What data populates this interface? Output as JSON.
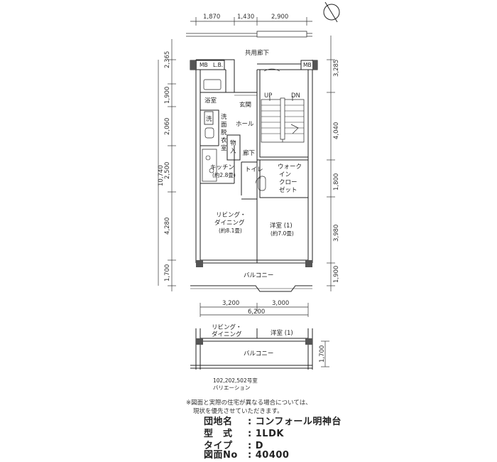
{
  "compass": {
    "icon": "north-arrow-icon"
  },
  "top_dims": [
    "1,870",
    "1,430",
    "2,900"
  ],
  "corridor_label": "共用廊下",
  "left_dims": [
    "2,365",
    "1,900",
    "2,060",
    "2,500",
    "4,280",
    "1,700"
  ],
  "left_total": "10,740",
  "right_dims": [
    "3,285",
    "4,040",
    "1,800",
    "3,980",
    "1,900"
  ],
  "rooms": {
    "mb_left": "MB",
    "lb": "L.B.",
    "mb_right": "MB",
    "bath": "浴室",
    "wash_label": "洗",
    "dressing": [
      "洗",
      "面",
      "脱",
      "衣",
      "室"
    ],
    "entrance": "玄関",
    "hall": "ホール",
    "storage": [
      "物",
      "入"
    ],
    "hallway": "廊下",
    "kitchen": "キッチン",
    "kitchen_size": "(約2.8畳)",
    "toilet": "トイレ",
    "walkin": [
      "ウォーク",
      "イン",
      "クロー",
      "ゼット"
    ],
    "up": "UP",
    "dn": "DN",
    "living": [
      "リビング・",
      "ダイニング"
    ],
    "living_size": "(約8.1畳)",
    "western": "洋室 (1)",
    "western_size": "(約7.0畳)",
    "balcony": "バルコニー"
  },
  "bottom_dims": [
    "3,200",
    "3,000"
  ],
  "bottom_total": "6,200",
  "variation": {
    "living": [
      "リビング・",
      "ダイニング"
    ],
    "western": "洋室 (1)",
    "balcony": "バルコニー",
    "dim": "1,700",
    "caption": [
      "102,202,502号室",
      "バリエーション"
    ]
  },
  "note": [
    "※図面と実際の住宅が異なる場合については、",
    "現状を優先させていただきます。"
  ],
  "info": [
    {
      "label": "団地名",
      "sep": ":",
      "value": "コンフォール明神台"
    },
    {
      "label": "型　式",
      "sep": ":",
      "value": "1LDK"
    },
    {
      "label": "タイプ",
      "sep": ":",
      "value": "D"
    },
    {
      "label": "図面No",
      "sep": ":",
      "value": "40400"
    }
  ]
}
